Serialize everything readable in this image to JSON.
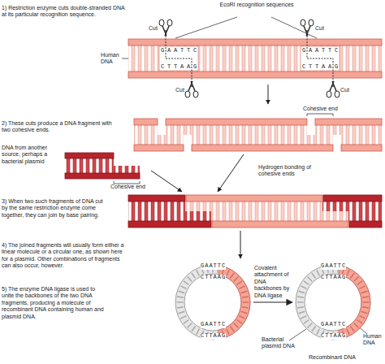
{
  "diagram": {
    "nodes": [
      {
        "text": [
          "GAATTC",
          "CTTAAG",
          "GAATTC",
          "CTTAAG"
        ]
      },
      {
        "text": [
          "GAATTC",
          "CTTAAG",
          "GAATTC",
          "CTTAAG"
        ]
      }
    ],
    "edges": [
      {
        "from": 0,
        "to": 1,
        "arrow": "to",
        "label": "Covalent attachment of DNA backbones by DNA ligase"
      }
    ],
    "labels": [
      "EcoRI recognition sequences",
      "1) Restriction enzyme cuts double-stranded DNA at its particular recognition sequence.",
      "Cut",
      "Cut",
      "Cut",
      "Cut",
      "Human DNA",
      "GAATTC",
      "CTTAAG",
      "GAATTC",
      "CTTAAG",
      "2) These cuts produce a DNA fragment with two cohesive ends.",
      "Cohesive end",
      "DNA from another source, perhaps a bacterial plasmid",
      "Cohesive end",
      "Hydrogen bonding of cohesive ends",
      "3) When two such fragments of DNA cut by the same restriction enzyme come together, they can join by base pairing.",
      "4) The joined fragments will usually form either a linear molecule or a circular one, as shown here for a plasmid. Other combinations of fragments can also occur, however.",
      "5) The enzyme DNA ligase is used to unite the backbones of the two DNA fragments, producing a molecule of recombinant DNA containing human and plasmid DNA.",
      "Bacterial plasmid DNA",
      "Human DNA",
      "Recombinant DNA"
    ]
  }
}
